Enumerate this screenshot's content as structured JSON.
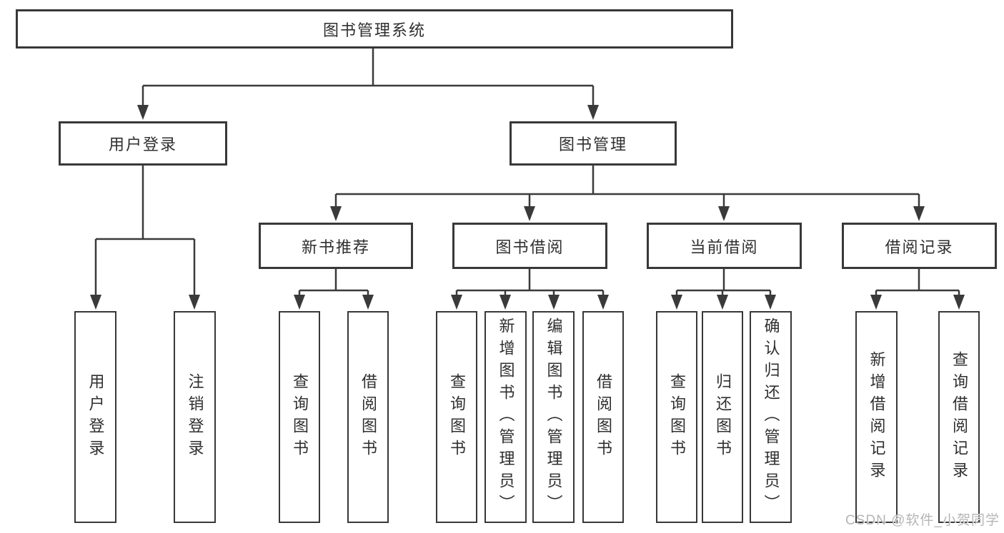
{
  "diagram": {
    "type": "hierarchy",
    "tree": {
      "label": "图书管理系统",
      "children": [
        {
          "label": "用户登录",
          "children": [
            {
              "label": "用户登录"
            },
            {
              "label": "注销登录"
            }
          ]
        },
        {
          "label": "图书管理",
          "children": [
            {
              "label": "新书推荐",
              "children": [
                {
                  "label": "查询图书"
                },
                {
                  "label": "借阅图书"
                }
              ]
            },
            {
              "label": "图书借阅",
              "children": [
                {
                  "label": "查询图书"
                },
                {
                  "label": "新增图书（管理员）"
                },
                {
                  "label": "编辑图书（管理员）"
                },
                {
                  "label": "借阅图书"
                }
              ]
            },
            {
              "label": "当前借阅",
              "children": [
                {
                  "label": "查询图书"
                },
                {
                  "label": "归还图书"
                },
                {
                  "label": "确认归还（管理员）"
                }
              ]
            },
            {
              "label": "借阅记录",
              "children": [
                {
                  "label": "新增借阅记录"
                },
                {
                  "label": "查询借阅记录"
                }
              ]
            }
          ]
        }
      ]
    },
    "colors": {
      "line": "#3a3a3a",
      "box_border": "#383838",
      "text": "#2f2f2f",
      "background": "#ffffff"
    }
  },
  "watermark": {
    "text": "CSDN @软件_小贺同学",
    "color": "#b5b5b5"
  }
}
